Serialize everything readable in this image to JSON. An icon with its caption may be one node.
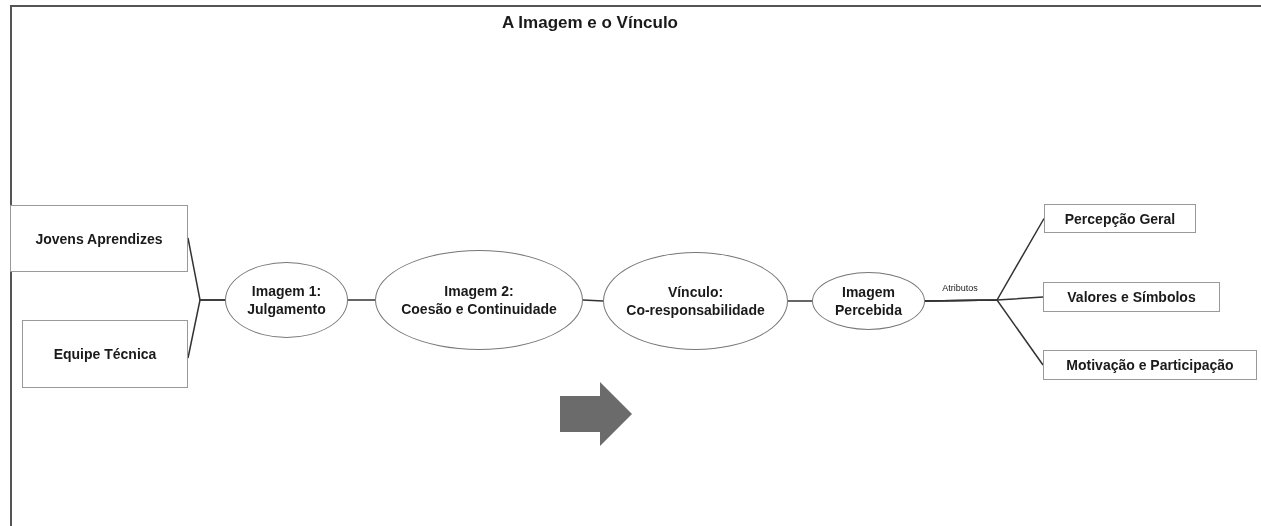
{
  "diagram": {
    "title": "A Imagem e o Vínculo",
    "nodes": [
      {
        "text": [
          "Jovens Aprendizes"
        ]
      },
      {
        "text": [
          "Equipe Técnica"
        ]
      },
      {
        "text": [
          "Imagem 1: Julgamento"
        ]
      },
      {
        "text": [
          "Imagem 2: Coesão e Continuidade"
        ]
      },
      {
        "text": [
          "Vínculo: Co-responsabilidade"
        ]
      },
      {
        "text": [
          "Imagem Percebida"
        ]
      },
      {
        "text": [
          "Percepção Geral"
        ]
      },
      {
        "text": [
          "Valores e Símbolos"
        ]
      },
      {
        "text": [
          "Motivação e Participação"
        ]
      }
    ],
    "edges": [
      {
        "from": 0,
        "to": 2,
        "arrow": "none"
      },
      {
        "from": 1,
        "to": 2,
        "arrow": "none"
      },
      {
        "from": 2,
        "to": 3,
        "arrow": "none"
      },
      {
        "from": 3,
        "to": 4,
        "arrow": "none"
      },
      {
        "from": 4,
        "to": 5,
        "arrow": "none"
      },
      {
        "from": 5,
        "to": 6,
        "arrow": "none"
      },
      {
        "from": 5,
        "to": 7,
        "arrow": "none",
        "label": "Atributos"
      },
      {
        "from": 5,
        "to": 8,
        "arrow": "none"
      }
    ]
  }
}
